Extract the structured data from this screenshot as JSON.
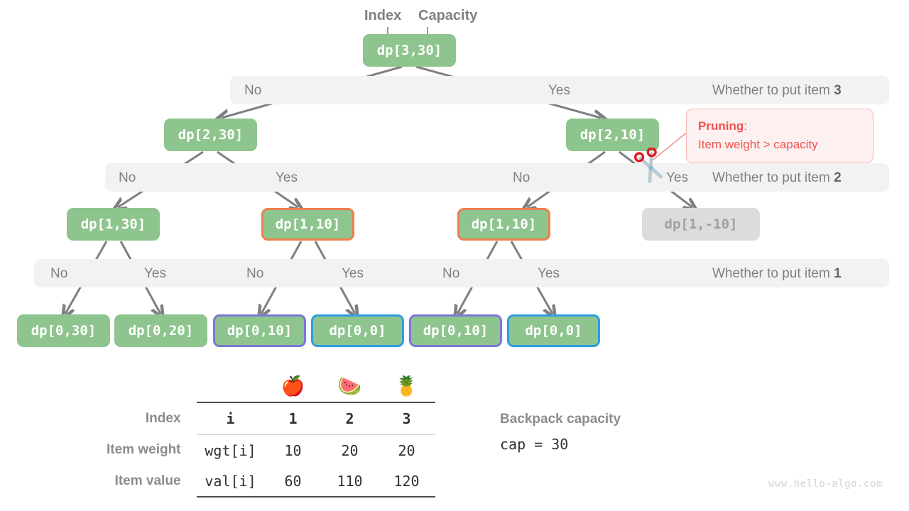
{
  "annotations": {
    "index_label": "Index",
    "capacity_label": "Capacity"
  },
  "bands": [
    {
      "no": "No",
      "yes": "Yes",
      "right_prefix": "Whether to put item ",
      "right_num": "3"
    },
    {
      "no": "No",
      "yes": "Yes",
      "no2": "No",
      "yes2": "Yes",
      "right_prefix": "Whether to put item ",
      "right_num": "2"
    },
    {
      "no": "No",
      "yes": "Yes",
      "right_prefix": "Whether to put item ",
      "right_num": "1"
    }
  ],
  "nodes": {
    "root": "dp[3,30]",
    "l2_left": "dp[2,30]",
    "l2_right": "dp[2,10]",
    "l3_a": "dp[1,30]",
    "l3_b": "dp[1,10]",
    "l3_c": "dp[1,10]",
    "l3_d": "dp[1,-10]",
    "leaf_1": "dp[0,30]",
    "leaf_2": "dp[0,20]",
    "leaf_3": "dp[0,10]",
    "leaf_4": "dp[0,0]",
    "leaf_5": "dp[0,10]",
    "leaf_6": "dp[0,0]"
  },
  "pruning": {
    "title": "Pruning",
    "colon": ":",
    "text": "Item weight > capacity"
  },
  "table": {
    "icons": [
      "🍎",
      "🍉",
      "🍍"
    ],
    "rows": [
      {
        "head": "Index",
        "key": "i",
        "values": [
          "1",
          "2",
          "3"
        ]
      },
      {
        "head": "Item weight",
        "key": "wgt[i]",
        "values": [
          "10",
          "20",
          "20"
        ]
      },
      {
        "head": "Item value",
        "key": "val[i]",
        "values": [
          "60",
          "110",
          "120"
        ]
      }
    ]
  },
  "capacity": {
    "title": "Backpack capacity",
    "value": "cap = 30"
  },
  "watermark": "www.hello-algo.com",
  "colors": {
    "node_green": "#8ec48e",
    "node_dim": "#dcdcdc",
    "border_orange": "#ef7e4e",
    "border_purple": "#7b78d4",
    "border_blue": "#2e9edd",
    "band_bg": "#f2f2f2",
    "pruning_red": "#ef5350",
    "edge_gray": "#808080"
  }
}
